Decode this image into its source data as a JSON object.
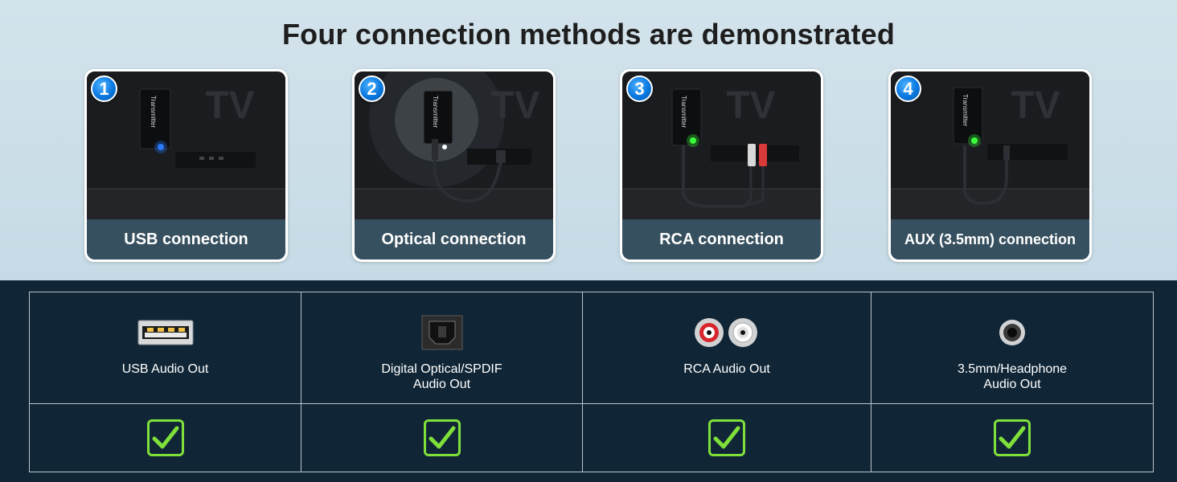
{
  "headline": "Four connection methods are demonstrated",
  "cards": [
    {
      "number": "1",
      "caption": "USB connection",
      "tv_text": "TV",
      "device_text": "Transmitter"
    },
    {
      "number": "2",
      "caption": "Optical connection",
      "tv_text": "TV",
      "device_text": "Transmitter"
    },
    {
      "number": "3",
      "caption": "RCA connection",
      "tv_text": "TV",
      "device_text": "Transmitter"
    },
    {
      "number": "4",
      "caption": "AUX (3.5mm) connection",
      "tv_text": "TV",
      "device_text": "Transmitter"
    }
  ],
  "table": {
    "columns": [
      {
        "icon": "usb-port-icon",
        "label_line1": "USB Audio Out",
        "label_line2": "",
        "supported": true
      },
      {
        "icon": "optical-port-icon",
        "label_line1": "Digital Optical/SPDIF",
        "label_line2": "Audio Out",
        "supported": true
      },
      {
        "icon": "rca-ports-icon",
        "label_line1": "RCA Audio Out",
        "label_line2": "",
        "supported": true
      },
      {
        "icon": "headphone-jack-icon",
        "label_line1": "3.5mm/Headphone",
        "label_line2": "Audio Out",
        "supported": true
      }
    ]
  },
  "colors": {
    "top_background": "#c9dde8",
    "bottom_background": "#102636",
    "caption_background": "#37505f",
    "badge_blue": "#0a78e0",
    "check_green": "#7fe03a",
    "status_led_green": "#3cff3c",
    "status_led_blue": "#2a7bff"
  }
}
